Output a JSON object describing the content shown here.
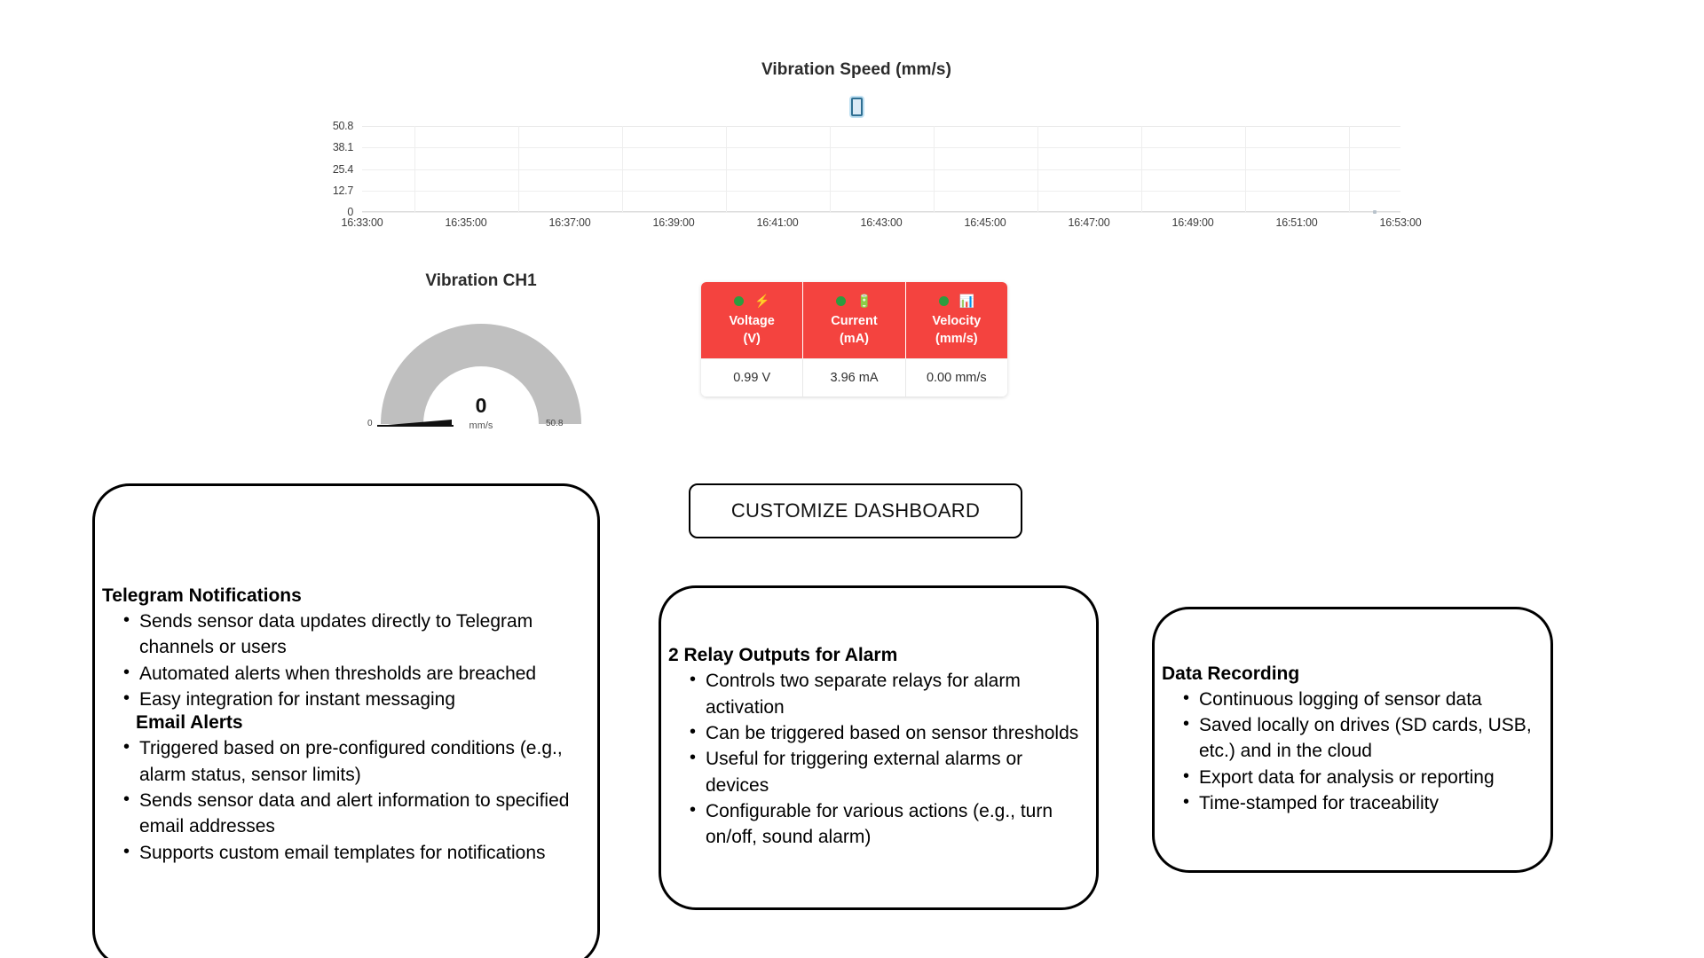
{
  "chart_data": {
    "type": "line",
    "title": "Vibration Speed (mm/s)",
    "xlabel": "",
    "ylabel": "",
    "ylim": [
      0,
      50.8
    ],
    "yticks": [
      "50.8",
      "38.1",
      "25.4",
      "12.7",
      "0"
    ],
    "ytick_values": [
      50.8,
      38.1,
      25.4,
      12.7,
      0
    ],
    "xticks": [
      "16:33:00",
      "16:35:00",
      "16:37:00",
      "16:39:00",
      "16:41:00",
      "16:43:00",
      "16:45:00",
      "16:47:00",
      "16:49:00",
      "16:51:00",
      "16:53:00"
    ],
    "grid": true,
    "legend_position": "top",
    "series": [
      {
        "name": "Vibration Speed",
        "color": "#2f6f92",
        "values": [
          0,
          0,
          0,
          0,
          0,
          0,
          0,
          0,
          0,
          0,
          0
        ]
      }
    ],
    "annotations": [
      "Single faint data point near baseline at approximately 16:52:20, value 0"
    ]
  },
  "gauge": {
    "title": "Vibration CH1",
    "value": "0",
    "unit": "mm/s",
    "min_label": "0",
    "max_label": "50.8",
    "min": 0,
    "max": 50.8,
    "track_color": "#bfbfbf",
    "needle_color": "#111111"
  },
  "status_table": {
    "header_color": "#f4433f",
    "columns": [
      {
        "label_line1": "Voltage",
        "label_line2": "(V)",
        "status_icon": "status-dot-green",
        "type_icon": "⚡",
        "type_icon_name": "lightning-bolt-icon",
        "value": "0.99 V"
      },
      {
        "label_line1": "Current",
        "label_line2": "(mA)",
        "status_icon": "status-dot-green",
        "type_icon": "🔋",
        "type_icon_name": "battery-icon",
        "value": "3.96 mA"
      },
      {
        "label_line1": "Velocity",
        "label_line2": "(mm/s)",
        "status_icon": "status-dot-green",
        "type_icon": "📊",
        "type_icon_name": "bar-chart-icon",
        "value": "0.00 mm/s"
      }
    ]
  },
  "customize_button": {
    "label": "CUSTOMIZE DASHBOARD"
  },
  "callouts": {
    "telegram": {
      "title": "Telegram Notifications",
      "items": [
        "Sends sensor data updates directly to Telegram channels or users",
        "Automated alerts when thresholds are breached",
        "Easy integration for instant messaging"
      ],
      "subtitle": "Email Alerts",
      "items2": [
        "Triggered based on pre-configured conditions (e.g., alarm status, sensor limits)",
        "Sends sensor data and alert information to specified email addresses",
        "Supports custom email templates for notifications"
      ]
    },
    "relay": {
      "title": "2 Relay Outputs for Alarm",
      "items": [
        "Controls two separate relays for alarm activation",
        "Can be triggered based on sensor thresholds",
        "Useful for triggering external alarms or devices",
        "Configurable for various actions (e.g., turn on/off, sound alarm)"
      ]
    },
    "data_recording": {
      "title": "Data Recording",
      "items": [
        "Continuous logging of sensor data",
        "Saved locally on drives (SD cards, USB, etc.) and in the cloud",
        "Export data for analysis or reporting",
        "Time-stamped for traceability"
      ]
    }
  }
}
